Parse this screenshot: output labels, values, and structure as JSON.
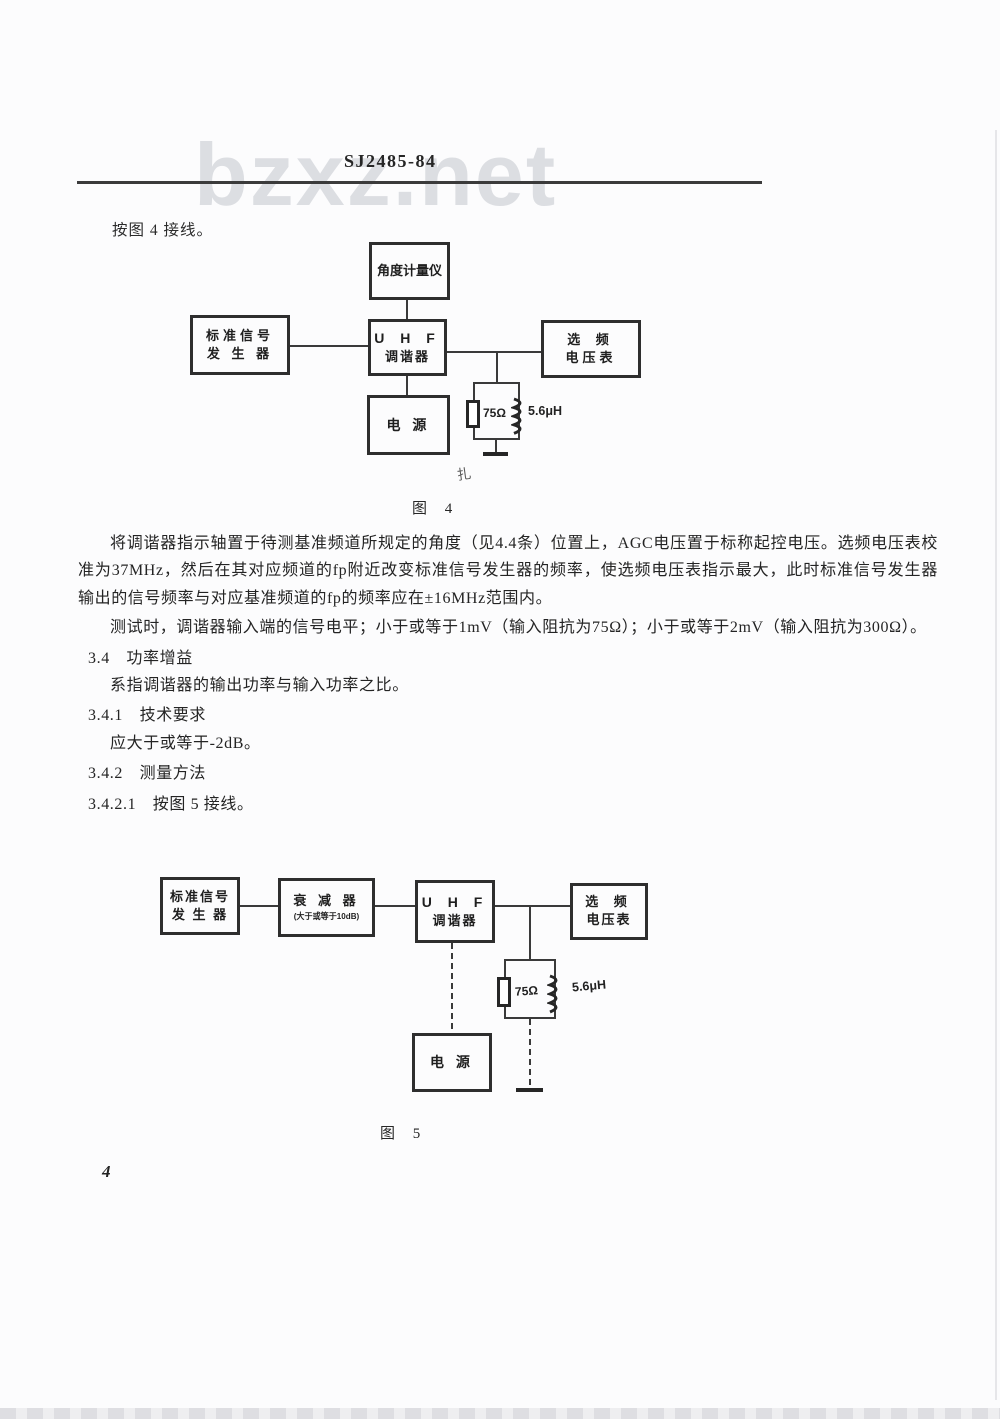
{
  "header": {
    "standard_no": "SJ2485-84",
    "watermark": "bzxz.net"
  },
  "intro": "按图 4 接线。",
  "fig4": {
    "caption": "图 4",
    "angle_meter": "角度计量仪",
    "generator_line1": "标准信号",
    "generator_line2": "发 生 器",
    "tuner_line1": "U H F",
    "tuner_line2": "调谐器",
    "voltmeter_line1": "选  频",
    "voltmeter_line2": "电压表",
    "power": "电 源",
    "resistor_label": "75Ω",
    "inductor_label": "5.6μH",
    "stray_mark": "扎"
  },
  "body": {
    "p1": "将调谐器指示轴置于待测基准频道所规定的角度（见4.4条）位置上，AGC电压置于标称起控电压。选频电压表校准为37MHz，然后在其对应频道的fp附近改变标准信号发生器的频率，使选频电压表指示最大，此时标准信号发生器输出的信号频率与对应基准频道的fp的频率应在±16MHz范围内。",
    "p2": "测试时，调谐器输入端的信号电平；小于或等于1mV（输入阻抗为75Ω）；小于或等于2mV（输入阻抗为300Ω）。",
    "h3_4": "3.4　功率增益",
    "p3_4": "系指调谐器的输出功率与输入功率之比。",
    "h3_4_1": "3.4.1　技术要求",
    "p3_4_1": "应大于或等于-2dB。",
    "h3_4_2": "3.4.2　测量方法",
    "h3_4_2_1": "3.4.2.1　按图 5 接线。"
  },
  "fig5": {
    "caption": "图 5",
    "generator_line1": "标准信号",
    "generator_line2": "发 生 器",
    "attenuator_line1": "衰 减 器",
    "attenuator_line2": "(大于或等于10dB)",
    "tuner_line1": "U H F",
    "tuner_line2": "调谐器",
    "voltmeter_line1": "选  频",
    "voltmeter_line2": "电压表",
    "power": "电 源",
    "resistor_label": "75Ω",
    "inductor_label": "5.6μH"
  },
  "page_number": "4"
}
